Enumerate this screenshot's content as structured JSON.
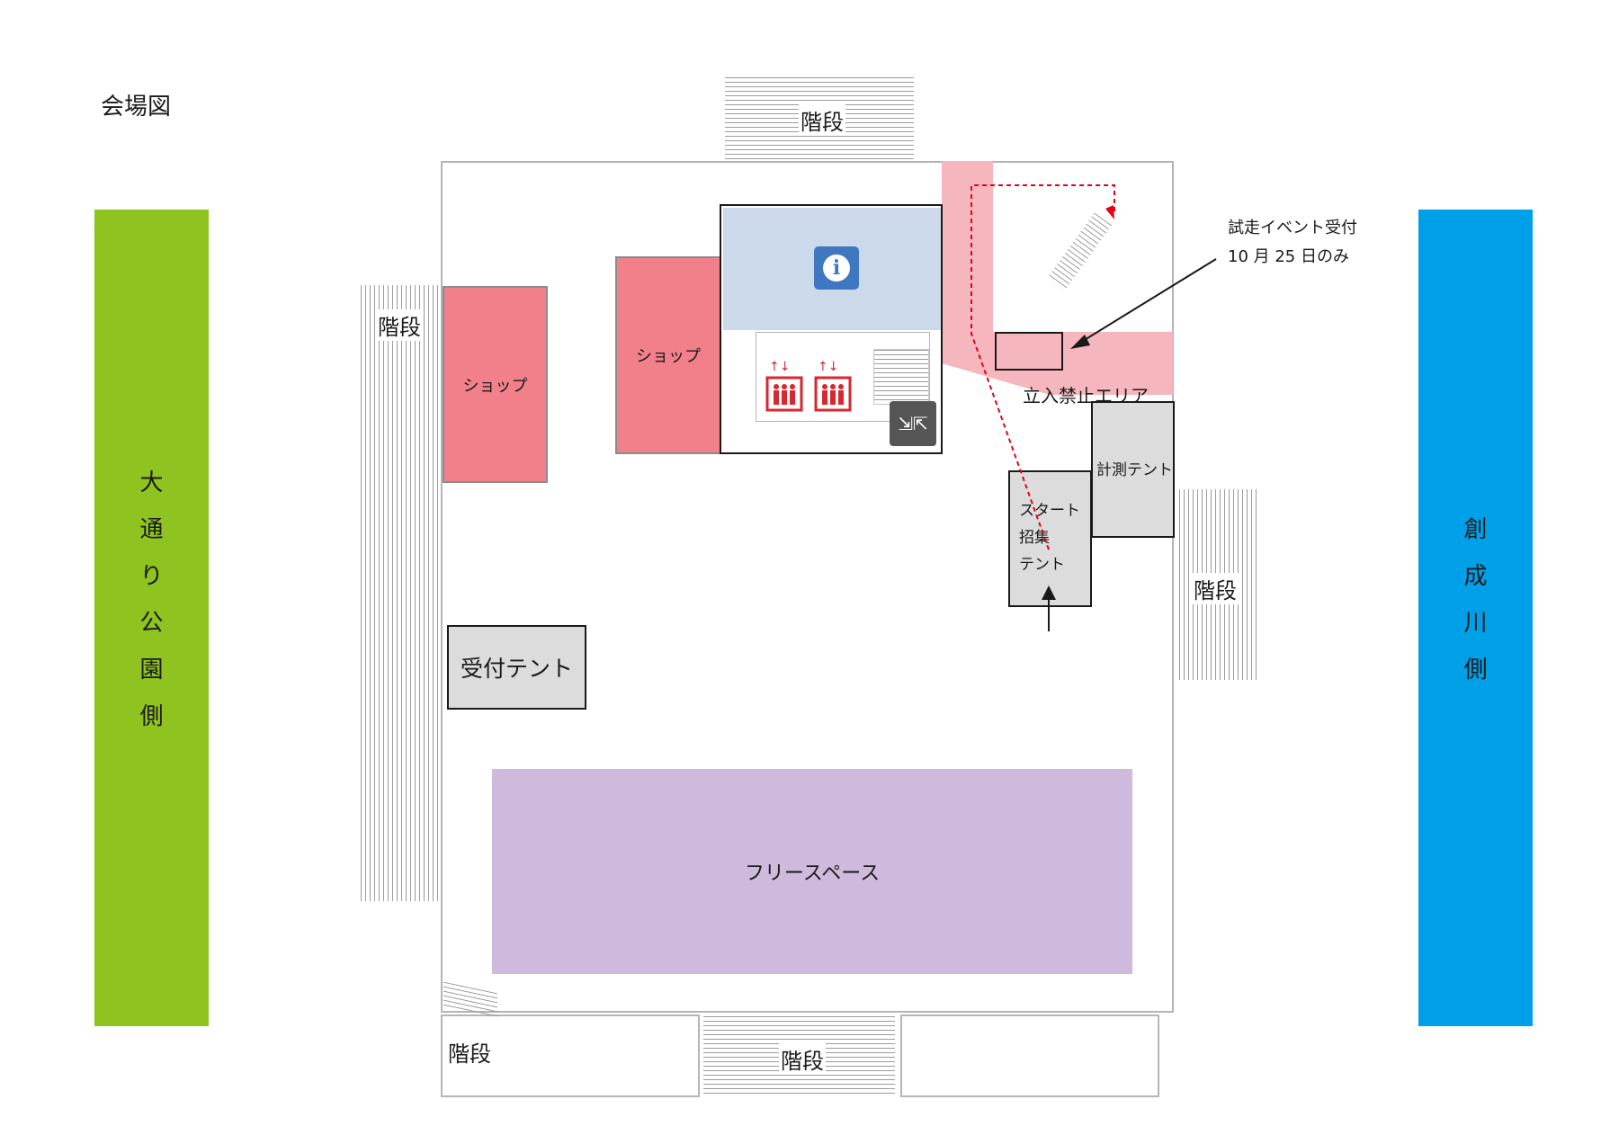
{
  "title": "会場図",
  "left_side": {
    "label": "大通り公園側",
    "color": "#8fc31f"
  },
  "right_side": {
    "label": "創成川側",
    "color": "#00a0e9"
  },
  "stairs_label": "階段",
  "shops": [
    "ショップ",
    "ショップ"
  ],
  "restricted_area": {
    "label": "立入禁止エリア",
    "color": "#f5b6bd"
  },
  "tents": {
    "reception": "受付テント",
    "timing": "計測テント",
    "start_lines": [
      "スタート",
      "招集",
      "テント"
    ]
  },
  "free_space": "フリースペース",
  "trial_event_note": {
    "line1": "試走イベント受付",
    "line2": "10 月 25 日のみ"
  },
  "icons": [
    "info-icon",
    "elevator-icon",
    "escalator-icon",
    "stairs-icon"
  ],
  "colors": {
    "shop": "#f2808b",
    "free_space": "#cfb9dc",
    "tent": "#dcdcdc",
    "info": "#3f77c0",
    "route": "#e60012"
  }
}
